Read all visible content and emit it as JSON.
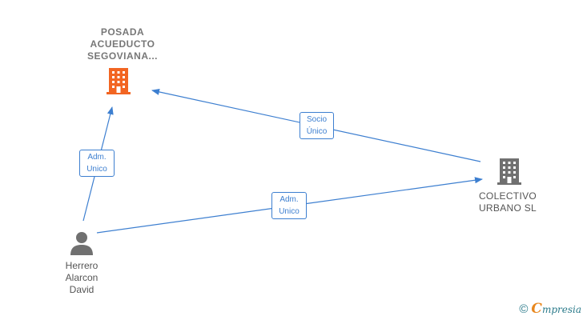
{
  "nodes": {
    "company_main": {
      "lines": [
        "POSADA",
        "ACUEDUCTO",
        "SEGOVIANA..."
      ],
      "icon": "building-icon",
      "color": "#f26522"
    },
    "company_b": {
      "lines": [
        "COLECTIVO",
        "URBANO SL"
      ],
      "icon": "building-icon",
      "color": "#707070"
    },
    "person": {
      "lines": [
        "Herrero",
        "Alarcon",
        "David"
      ],
      "icon": "person-icon",
      "color": "#707070"
    }
  },
  "edges": [
    {
      "from": "person",
      "to": "company_main",
      "label": [
        "Adm.",
        "Unico"
      ]
    },
    {
      "from": "company_b",
      "to": "company_main",
      "label": [
        "Socio",
        "Único"
      ]
    },
    {
      "from": "person",
      "to": "company_b",
      "label": [
        "Adm.",
        "Unico"
      ]
    }
  ],
  "colors": {
    "edge": "#3d7fd0"
  },
  "footer": {
    "copyright_symbol": "©",
    "brand_initial": "C",
    "brand_rest": "mpresia"
  }
}
